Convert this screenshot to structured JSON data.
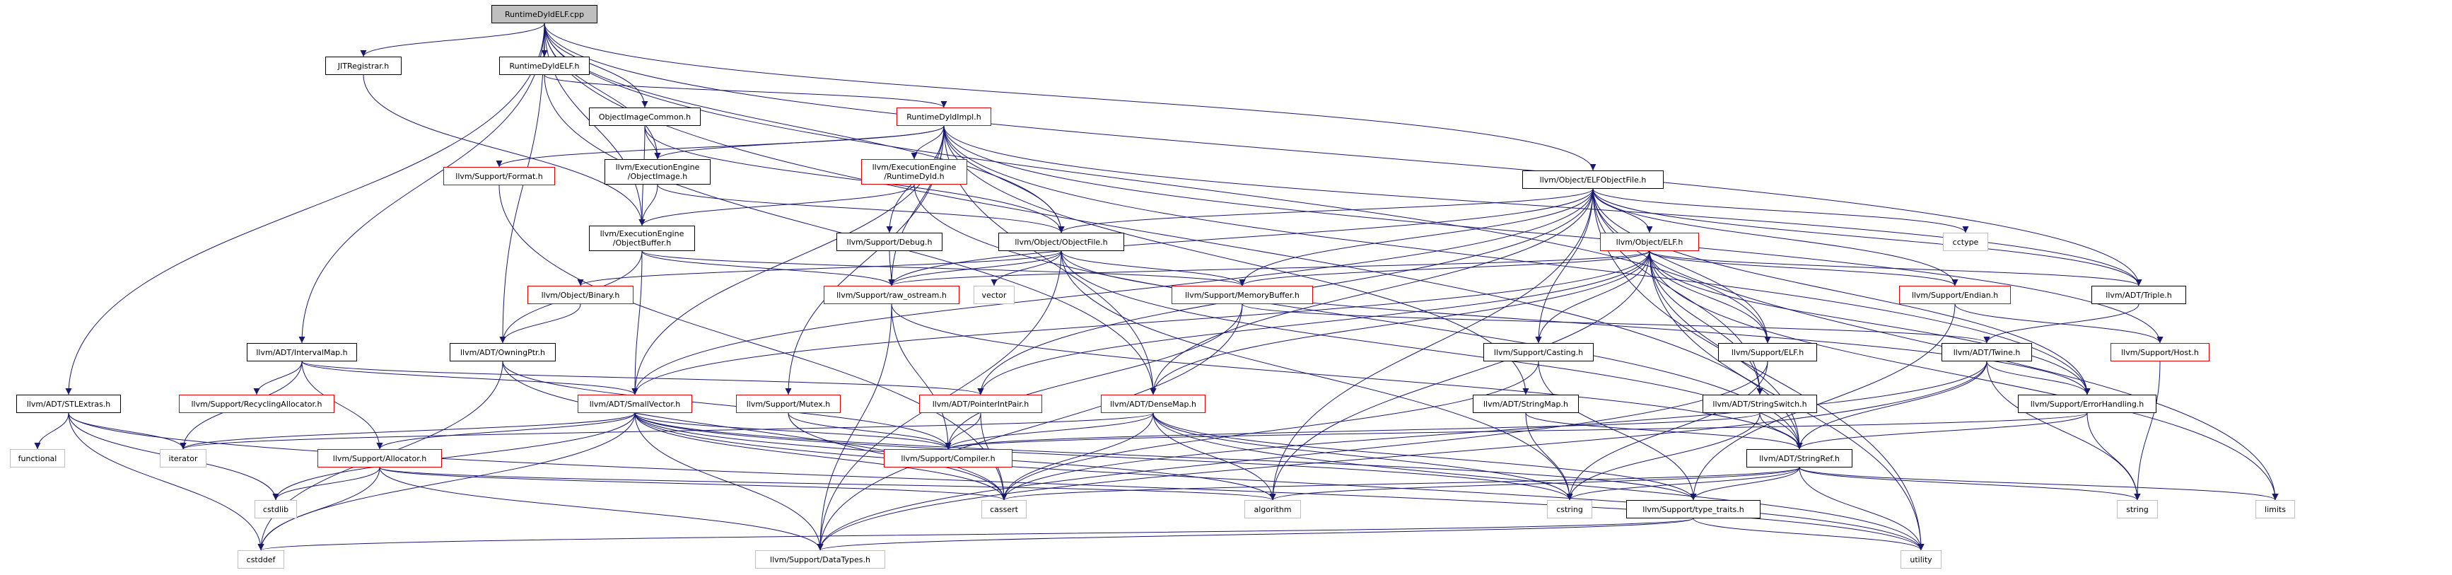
{
  "colors": {
    "edge": "#191970",
    "node_border": "#000000",
    "node_border_incomplete": "#e00000",
    "node_border_system": "#bfbfbf",
    "root_fill": "#bfbfbf"
  },
  "nodes": [
    {
      "id": "root",
      "label": "RuntimeDyldELF.cpp",
      "kind": "root"
    },
    {
      "id": "jitreg",
      "label": "JITRegistrar.h",
      "kind": "normal"
    },
    {
      "id": "rdelf_h",
      "label": "RuntimeDyldELF.h",
      "kind": "normal"
    },
    {
      "id": "objimgcommon",
      "label": "ObjectImageCommon.h",
      "kind": "normal"
    },
    {
      "id": "rdimpl",
      "label": "RuntimeDyldImpl.h",
      "kind": "red"
    },
    {
      "id": "format",
      "label": "llvm/Support/Format.h",
      "kind": "red"
    },
    {
      "id": "ee_objimg",
      "label": "llvm/ExecutionEngine\n/ObjectImage.h",
      "kind": "normal"
    },
    {
      "id": "ee_rd",
      "label": "llvm/ExecutionEngine\n/RuntimeDyld.h",
      "kind": "red"
    },
    {
      "id": "ee_objbuf",
      "label": "llvm/ExecutionEngine\n/ObjectBuffer.h",
      "kind": "normal"
    },
    {
      "id": "debug",
      "label": "llvm/Support/Debug.h",
      "kind": "normal"
    },
    {
      "id": "objfile",
      "label": "llvm/Object/ObjectFile.h",
      "kind": "normal"
    },
    {
      "id": "elfobjfile",
      "label": "llvm/Object/ELFObjectFile.h",
      "kind": "normal"
    },
    {
      "id": "objelf",
      "label": "llvm/Object/ELF.h",
      "kind": "red"
    },
    {
      "id": "cctype",
      "label": "cctype",
      "kind": "grey"
    },
    {
      "id": "triple",
      "label": "llvm/ADT/Triple.h",
      "kind": "normal"
    },
    {
      "id": "endian",
      "label": "llvm/Support/Endian.h",
      "kind": "red"
    },
    {
      "id": "host",
      "label": "llvm/Support/Host.h",
      "kind": "red"
    },
    {
      "id": "binary",
      "label": "llvm/Object/Binary.h",
      "kind": "red"
    },
    {
      "id": "raw_ostream",
      "label": "llvm/Support/raw_ostream.h",
      "kind": "red"
    },
    {
      "id": "vector",
      "label": "vector",
      "kind": "grey"
    },
    {
      "id": "membuf",
      "label": "llvm/Support/MemoryBuffer.h",
      "kind": "red"
    },
    {
      "id": "intervalmap",
      "label": "llvm/ADT/IntervalMap.h",
      "kind": "normal"
    },
    {
      "id": "owningptr",
      "label": "llvm/ADT/OwningPtr.h",
      "kind": "normal"
    },
    {
      "id": "stlextras",
      "label": "llvm/ADT/STLExtras.h",
      "kind": "normal"
    },
    {
      "id": "recycling",
      "label": "llvm/Support/RecyclingAllocator.h",
      "kind": "red"
    },
    {
      "id": "smallvector",
      "label": "llvm/ADT/SmallVector.h",
      "kind": "red"
    },
    {
      "id": "mutex",
      "label": "llvm/Support/Mutex.h",
      "kind": "red"
    },
    {
      "id": "ptrintpair",
      "label": "llvm/ADT/PointerIntPair.h",
      "kind": "red"
    },
    {
      "id": "densemap",
      "label": "llvm/ADT/DenseMap.h",
      "kind": "red"
    },
    {
      "id": "casting",
      "label": "llvm/Support/Casting.h",
      "kind": "normal"
    },
    {
      "id": "stringmap",
      "label": "llvm/ADT/StringMap.h",
      "kind": "normal"
    },
    {
      "id": "stringswitch",
      "label": "llvm/ADT/StringSwitch.h",
      "kind": "normal"
    },
    {
      "id": "supelf",
      "label": "llvm/Support/ELF.h",
      "kind": "normal"
    },
    {
      "id": "twine",
      "label": "llvm/ADT/Twine.h",
      "kind": "normal"
    },
    {
      "id": "errhandling",
      "label": "llvm/Support/ErrorHandling.h",
      "kind": "normal"
    },
    {
      "id": "compiler",
      "label": "llvm/Support/Compiler.h",
      "kind": "red"
    },
    {
      "id": "allocator",
      "label": "llvm/Support/Allocator.h",
      "kind": "red"
    },
    {
      "id": "stringref",
      "label": "llvm/ADT/StringRef.h",
      "kind": "normal"
    },
    {
      "id": "functional",
      "label": "functional",
      "kind": "grey"
    },
    {
      "id": "iterator",
      "label": "iterator",
      "kind": "grey"
    },
    {
      "id": "cstdlib",
      "label": "cstdlib",
      "kind": "grey"
    },
    {
      "id": "cstddef",
      "label": "cstddef",
      "kind": "grey"
    },
    {
      "id": "cassert",
      "label": "cassert",
      "kind": "grey"
    },
    {
      "id": "algorithm",
      "label": "algorithm",
      "kind": "grey"
    },
    {
      "id": "cstring",
      "label": "cstring",
      "kind": "grey"
    },
    {
      "id": "typetraits",
      "label": "llvm/Support/type_traits.h",
      "kind": "normal"
    },
    {
      "id": "datatypes",
      "label": "llvm/Support/DataTypes.h",
      "kind": "grey"
    },
    {
      "id": "utility",
      "label": "utility",
      "kind": "grey"
    },
    {
      "id": "string",
      "label": "string",
      "kind": "grey"
    },
    {
      "id": "limits",
      "label": "limits",
      "kind": "grey"
    }
  ],
  "edges": [
    [
      "root",
      "jitreg"
    ],
    [
      "root",
      "rdelf_h"
    ],
    [
      "root",
      "objimgcommon"
    ],
    [
      "root",
      "ee_objimg"
    ],
    [
      "root",
      "ee_objbuf"
    ],
    [
      "root",
      "objfile"
    ],
    [
      "root",
      "elfobjfile"
    ],
    [
      "root",
      "triple"
    ],
    [
      "root",
      "intervalmap"
    ],
    [
      "root",
      "owningptr"
    ],
    [
      "root",
      "stlextras"
    ],
    [
      "root",
      "stringref"
    ],
    [
      "root",
      "supelf"
    ],
    [
      "jitreg",
      "ee_objbuf"
    ],
    [
      "rdelf_h",
      "rdimpl"
    ],
    [
      "rdelf_h",
      "densemap"
    ],
    [
      "objimgcommon",
      "ee_objimg"
    ],
    [
      "objimgcommon",
      "ee_objbuf"
    ],
    [
      "objimgcommon",
      "objfile"
    ],
    [
      "rdimpl",
      "format"
    ],
    [
      "rdimpl",
      "ee_objimg"
    ],
    [
      "rdimpl",
      "ee_rd"
    ],
    [
      "rdimpl",
      "objfile"
    ],
    [
      "rdimpl",
      "debug"
    ],
    [
      "rdimpl",
      "raw_ostream"
    ],
    [
      "rdimpl",
      "smallvector"
    ],
    [
      "rdimpl",
      "densemap"
    ],
    [
      "rdimpl",
      "stringmap"
    ],
    [
      "rdimpl",
      "mutex"
    ],
    [
      "rdimpl",
      "triple"
    ],
    [
      "rdimpl",
      "errhandling"
    ],
    [
      "rdimpl",
      "host"
    ],
    [
      "format",
      "cassert"
    ],
    [
      "ee_objimg",
      "ee_objbuf"
    ],
    [
      "ee_objimg",
      "objfile"
    ],
    [
      "ee_rd",
      "ee_objbuf"
    ],
    [
      "ee_rd",
      "stringref"
    ],
    [
      "ee_objbuf",
      "membuf"
    ],
    [
      "ee_objbuf",
      "owningptr"
    ],
    [
      "ee_objbuf",
      "smallvector"
    ],
    [
      "ee_objbuf",
      "raw_ostream"
    ],
    [
      "debug",
      "raw_ostream"
    ],
    [
      "objfile",
      "binary"
    ],
    [
      "objfile",
      "raw_ostream"
    ],
    [
      "objfile",
      "vector"
    ],
    [
      "objfile",
      "membuf"
    ],
    [
      "objfile",
      "datatypes"
    ],
    [
      "objfile",
      "cstring"
    ],
    [
      "objfile",
      "errhandling"
    ],
    [
      "objfile",
      "stringref"
    ],
    [
      "elfobjfile",
      "objfile"
    ],
    [
      "elfobjfile",
      "objelf"
    ],
    [
      "elfobjfile",
      "triple"
    ],
    [
      "elfobjfile",
      "cctype"
    ],
    [
      "elfobjfile",
      "casting"
    ],
    [
      "elfobjfile",
      "supelf"
    ],
    [
      "elfobjfile",
      "endian"
    ],
    [
      "elfobjfile",
      "errhandling"
    ],
    [
      "elfobjfile",
      "membuf"
    ],
    [
      "elfobjfile",
      "raw_ostream"
    ],
    [
      "elfobjfile",
      "densemap"
    ],
    [
      "elfobjfile",
      "ptrintpair"
    ],
    [
      "elfobjfile",
      "smallvector"
    ],
    [
      "elfobjfile",
      "stringswitch"
    ],
    [
      "elfobjfile",
      "algorithm"
    ],
    [
      "elfobjfile",
      "limits"
    ],
    [
      "elfobjfile",
      "utility"
    ],
    [
      "objelf",
      "triple"
    ],
    [
      "objelf",
      "endian"
    ],
    [
      "objelf",
      "raw_ostream"
    ],
    [
      "objelf",
      "membuf"
    ],
    [
      "objelf",
      "supelf"
    ],
    [
      "objelf",
      "casting"
    ],
    [
      "objelf",
      "stringswitch"
    ],
    [
      "objelf",
      "densemap"
    ],
    [
      "objelf",
      "ptrintpair"
    ],
    [
      "objelf",
      "smallvector"
    ],
    [
      "objelf",
      "errhandling"
    ],
    [
      "objelf",
      "stringref"
    ],
    [
      "objelf",
      "algorithm"
    ],
    [
      "objelf",
      "limits"
    ],
    [
      "objelf",
      "utility"
    ],
    [
      "triple",
      "twine"
    ],
    [
      "endian",
      "host"
    ],
    [
      "endian",
      "typetraits"
    ],
    [
      "host",
      "string"
    ],
    [
      "binary",
      "owningptr"
    ],
    [
      "raw_ostream",
      "compiler"
    ],
    [
      "raw_ostream",
      "datatypes"
    ],
    [
      "raw_ostream",
      "stringref"
    ],
    [
      "membuf",
      "compiler"
    ],
    [
      "membuf",
      "datatypes"
    ],
    [
      "membuf",
      "twine"
    ],
    [
      "intervalmap",
      "recycling"
    ],
    [
      "intervalmap",
      "smallvector"
    ],
    [
      "intervalmap",
      "allocator"
    ],
    [
      "intervalmap",
      "ptrintpair"
    ],
    [
      "intervalmap",
      "iterator"
    ],
    [
      "owningptr",
      "compiler"
    ],
    [
      "owningptr",
      "cstddef"
    ],
    [
      "owningptr",
      "cassert"
    ],
    [
      "stlextras",
      "functional"
    ],
    [
      "stlextras",
      "iterator"
    ],
    [
      "stlextras",
      "cstdlib"
    ],
    [
      "stlextras",
      "cstddef"
    ],
    [
      "stlextras",
      "utility"
    ],
    [
      "smallvector",
      "iterator"
    ],
    [
      "smallvector",
      "cstdlib"
    ],
    [
      "smallvector",
      "cstddef"
    ],
    [
      "smallvector",
      "cassert"
    ],
    [
      "smallvector",
      "algorithm"
    ],
    [
      "smallvector",
      "cstring"
    ],
    [
      "smallvector",
      "typetraits"
    ],
    [
      "smallvector",
      "compiler"
    ],
    [
      "smallvector",
      "allocator"
    ],
    [
      "smallvector",
      "datatypes"
    ],
    [
      "smallvector",
      "utility"
    ],
    [
      "mutex",
      "compiler"
    ],
    [
      "mutex",
      "cassert"
    ],
    [
      "ptrintpair",
      "compiler"
    ],
    [
      "ptrintpair",
      "cassert"
    ],
    [
      "densemap",
      "compiler"
    ],
    [
      "densemap",
      "cassert"
    ],
    [
      "densemap",
      "algorithm"
    ],
    [
      "densemap",
      "cstring"
    ],
    [
      "densemap",
      "typetraits"
    ],
    [
      "densemap",
      "utility"
    ],
    [
      "densemap",
      "iterator"
    ],
    [
      "casting",
      "cassert"
    ],
    [
      "casting",
      "typetraits"
    ],
    [
      "stringmap",
      "stringref"
    ],
    [
      "stringmap",
      "cstring"
    ],
    [
      "stringswitch",
      "stringref"
    ],
    [
      "stringswitch",
      "cstring"
    ],
    [
      "stringswitch",
      "compiler"
    ],
    [
      "supelf",
      "datatypes"
    ],
    [
      "supelf",
      "cstring"
    ],
    [
      "twine",
      "stringref"
    ],
    [
      "twine",
      "errhandling"
    ],
    [
      "twine",
      "cassert"
    ],
    [
      "twine",
      "string"
    ],
    [
      "twine",
      "datatypes"
    ],
    [
      "errhandling",
      "stringref"
    ],
    [
      "errhandling",
      "compiler"
    ],
    [
      "errhandling",
      "string"
    ],
    [
      "allocator",
      "cstdlib"
    ],
    [
      "allocator",
      "cstddef"
    ],
    [
      "allocator",
      "cassert"
    ],
    [
      "allocator",
      "algorithm"
    ],
    [
      "allocator",
      "datatypes"
    ],
    [
      "stringref",
      "typetraits"
    ],
    [
      "stringref",
      "algorithm"
    ],
    [
      "stringref",
      "cassert"
    ],
    [
      "stringref",
      "cstring"
    ],
    [
      "stringref",
      "limits"
    ],
    [
      "stringref",
      "string"
    ],
    [
      "stringref",
      "utility"
    ],
    [
      "typetraits",
      "datatypes"
    ],
    [
      "typetraits",
      "utility"
    ],
    [
      "typetraits",
      "cstddef"
    ]
  ]
}
